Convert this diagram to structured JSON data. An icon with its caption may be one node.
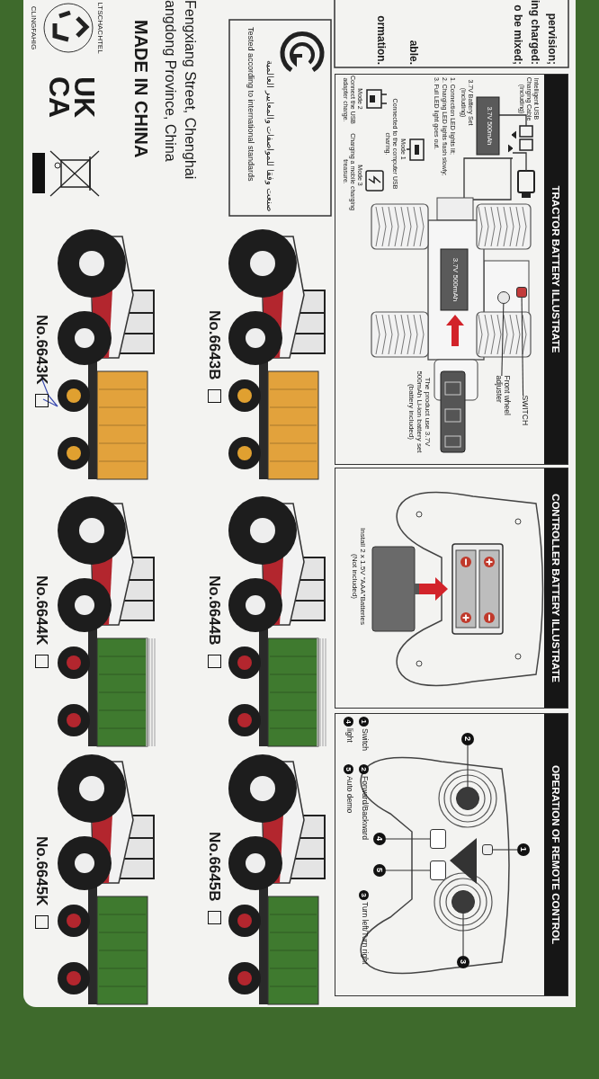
{
  "diagram": {
    "nodes": [
      {
        "text": [
          "TRACTOR BATTERY ILLUSTRATE"
        ]
      },
      {
        "text": [
          "SWITCH"
        ],
        "in": 0
      },
      {
        "text": [
          "Front wheel adjuster"
        ],
        "in": 0
      },
      {
        "text": [],
        "shape": "box",
        "in": 0
      },
      {
        "text": [],
        "shape": "circle",
        "in": 0
      },
      {
        "text": [
          "CONTROLLER BATTERY ILLUSTRATE"
        ]
      },
      {
        "text": [
          "OPERATION OF REMOTE CONTROL"
        ]
      },
      {
        "text": [
          "1"
        ],
        "in": 6
      },
      {
        "text": [
          "2"
        ],
        "in": 6
      },
      {
        "text": [
          "3"
        ],
        "in": 6
      },
      {
        "text": [
          "4"
        ],
        "in": 6
      },
      {
        "text": [
          "5"
        ],
        "in": 6
      },
      {
        "text": [],
        "shape": "box",
        "in": 6
      },
      {
        "text": [],
        "shape": "circle",
        "in": 6
      },
      {
        "text": [],
        "shape": "circle",
        "in": 6
      },
      {
        "text": [],
        "shape": "box",
        "in": 6
      },
      {
        "text": [],
        "shape": "box",
        "in": 6
      }
    ],
    "edges": [
      {
        "from": 1,
        "to": 3,
        "arrow": "none"
      },
      {
        "from": 2,
        "to": 4,
        "arrow": "none"
      },
      {
        "from": 7,
        "to": 12,
        "arrow": "none"
      },
      {
        "from": 8,
        "to": 13,
        "arrow": "none"
      },
      {
        "from": 9,
        "to": 14,
        "arrow": "none"
      },
      {
        "from": 10,
        "to": 15,
        "arrow": "none"
      },
      {
        "from": 11,
        "to": 16,
        "arrow": "none"
      }
    ],
    "labels": [
      "pervision;",
      "ing charged:",
      "o be mixed;",
      "able.",
      "ormation.",
      "Intelligent USB Charging Cable (Including)",
      "3.7V 500mAh",
      "3.7V Battery Set (Including)",
      "1. Connection LED lights lit;",
      "2. Charging LED lights flash slowly;",
      "3. Full LED light goes out.",
      "Mode 1",
      "Connected to the computer USB charing.",
      "Mode 2",
      "Connect the USB adapter charge.",
      "Mode 3",
      "Charging a mobile charging treasure.",
      "3.7V 500mAh",
      "The product use 3.7V 500mAh Li-ion battery set (battery included)",
      "Install 2 x 1.5V \"AAA\"Batteries (Not included)",
      "1",
      "Switch",
      "2",
      "Forward/Backward",
      "3",
      "Turn left/Turn right",
      "4",
      "light",
      "5",
      "Auto demo",
      "صنعت وفقا للمواصفات والمعايير العالمية",
      "Tested according to international standards",
      "Fengxiang Street, Chenghai",
      "angdong Province, China",
      "MADE IN CHINA",
      "UK CA",
      "LTSCHACHTEL",
      "CLINGFAHIG",
      "No.6643B",
      "No.6644B",
      "No.6645B",
      "No.6643K",
      "No.6644K",
      "No.6645K"
    ]
  }
}
